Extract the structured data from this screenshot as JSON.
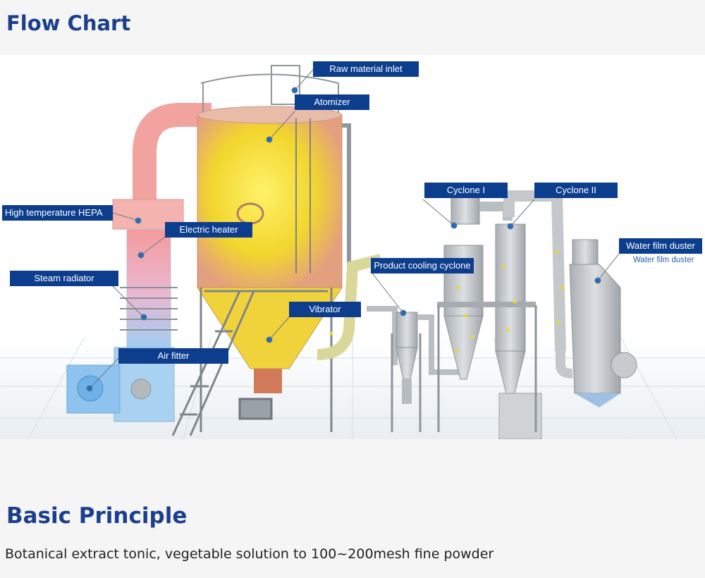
{
  "sections": {
    "flow_chart_title": "Flow Chart",
    "basic_principle_title": "Basic Principle",
    "basic_principle_text": "Botanical extract tonic, vegetable  solution to 100~200mesh fine powder"
  },
  "diagram": {
    "labels": {
      "raw_material_inlet": "Raw material inlet",
      "atomizer": "Atomizer",
      "high_temperature_hepa": "High temperature HEPA",
      "electric_heater": "Electric heater",
      "steam_radiator": "Steam radiator",
      "vibrator": "Vibrator",
      "air_filter": "Air fitter",
      "cyclone_1": "Cyclone I",
      "cyclone_2": "Cyclone II",
      "product_cooling_cyclone": "Product cooling cyclone",
      "water_film_duster": "Water film duster",
      "water_film_duster_sub": "Water film duster"
    },
    "colors": {
      "label_bg": "#0d3e8e",
      "label_text": "#ffffff",
      "heading": "#1b3f8c",
      "hot_duct": "#f2a7a3",
      "cold_duct": "#a9cdef",
      "chamber": "#e0a79f",
      "powder": "#f0dc2c",
      "steel": "#c4c8cc"
    }
  }
}
